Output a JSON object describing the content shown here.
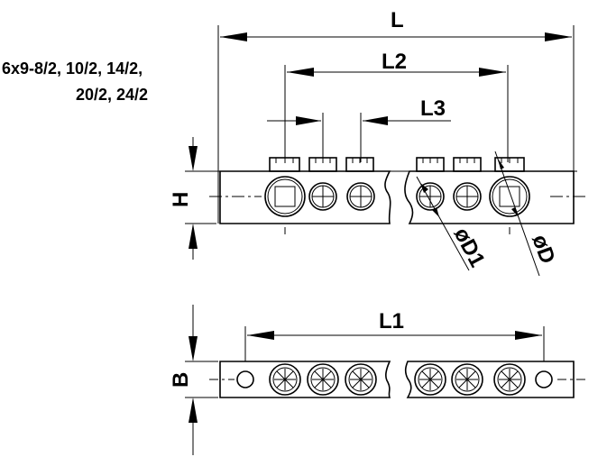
{
  "sizes": {
    "line1": "6x9-8/2, 10/2, 14/2,",
    "line2": "20/2, 24/2"
  },
  "dimensions": {
    "L": "L",
    "L1": "L1",
    "L2": "L2",
    "L3": "L3",
    "H": "H",
    "B": "B",
    "D": "øD",
    "D1": "øD1"
  }
}
